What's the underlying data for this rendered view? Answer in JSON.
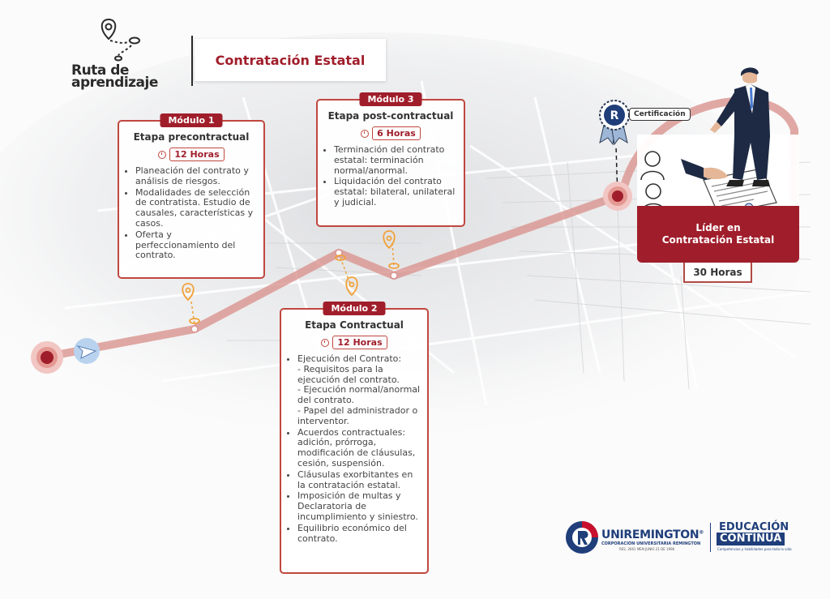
{
  "header": {
    "logo_line1": "Ruta de",
    "logo_line2": "aprendizaje",
    "title": "Contratación Estatal"
  },
  "modules": [
    {
      "tag": "Módulo 1",
      "stage": "Etapa precontractual",
      "hours": "12 Horas",
      "items": [
        "Planeación del contrato y análisis de riesgos.",
        "Modalidades de selección de contratista. Estudio de causales, características y casos.",
        "Oferta y perfeccionamiento del contrato."
      ]
    },
    {
      "tag": "Módulo 2",
      "stage": "Etapa Contractual",
      "hours": "12 Horas",
      "items": [
        "Ejecución del Contrato:",
        "Acuerdos contractuales: adición, prórroga, modificación de cláusulas, cesión, suspensión.",
        "Cláusulas exorbitantes en la contratación estatal.",
        "Imposición de multas y Declaratoria de incumplimiento y siniestro.",
        "Equilibrio económico del contrato."
      ],
      "subitems": [
        "- Requisitos para la ejecución del contrato.",
        "- Ejecución normal/anormal del contrato.",
        "- Papel del administrador o interventor."
      ]
    },
    {
      "tag": "Módulo 3",
      "stage": "Etapa post-contractual",
      "hours": "6 Horas",
      "items": [
        "Terminación del contrato estatal: terminación normal/anormal.",
        "Liquidación del contrato estatal: bilateral, unilateral y judicial."
      ]
    }
  ],
  "certification": {
    "label": "Certificación",
    "badge_letter": "R",
    "title": "Líder en Contratación Estatal",
    "hours": "30 Horas"
  },
  "footer": {
    "uni_name": "UNIREMINGTON",
    "uni_reg": "®",
    "uni_sub": "CORPORACIÓN UNIVERSITARIA REMINGTON",
    "uni_res": "RES. 2661 MEN JUNIO 21 DE 1996",
    "edu_line1": "EDUCACIÓN",
    "edu_line2": "CONTINUA",
    "edu_tagline": "Competencias y habilidades para toda la vida"
  },
  "colors": {
    "brand_red": "#a01e2b",
    "brand_blue": "#1f3e7a",
    "route": "#d9938f",
    "pin": "#f0a23a"
  }
}
